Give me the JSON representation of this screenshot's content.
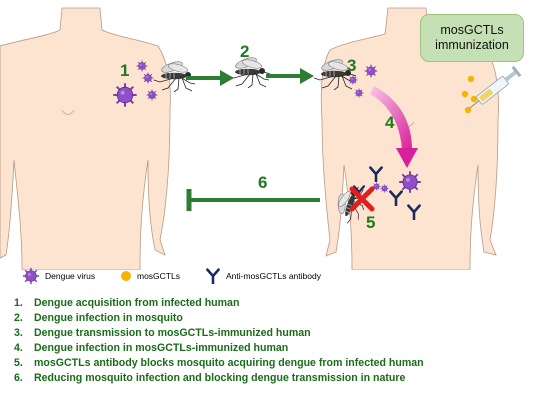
{
  "immunization_label_line1": "mosGCTLs",
  "immunization_label_line2": "immunization",
  "step_numbers": [
    "1",
    "2",
    "3",
    "4",
    "5",
    "6"
  ],
  "legend": {
    "dengue_virus": "Dengue virus",
    "mosgctls": "mosGCTLs",
    "antibody": "Anti-mosGCTLs antibody"
  },
  "steps": [
    {
      "num": "1.",
      "text": "Dengue acquisition from infected human"
    },
    {
      "num": "2.",
      "text": "Dengue infection in mosquito"
    },
    {
      "num": "3.",
      "text": "Dengue transmission to mosGCTLs-immunized human"
    },
    {
      "num": "4.",
      "text": "Dengue infection in mosGCTLs-immunized human"
    },
    {
      "num": "5.",
      "text": "mosGCTLs antibody blocks mosquito acquiring dengue from infected human"
    },
    {
      "num": "6.",
      "text": "Reducing mosquito infection and blocking dengue transmission in nature"
    }
  ],
  "colors": {
    "skin": "#fce4d0",
    "skin_outline": "#b89a86",
    "arrow_green": "#2e7d32",
    "virus_purple": "#7b3fb3",
    "mosgctl_yellow": "#f4b400",
    "antibody_navy": "#1b2a5c",
    "block_red": "#e02020",
    "pink_arrow": "#e040a0"
  }
}
